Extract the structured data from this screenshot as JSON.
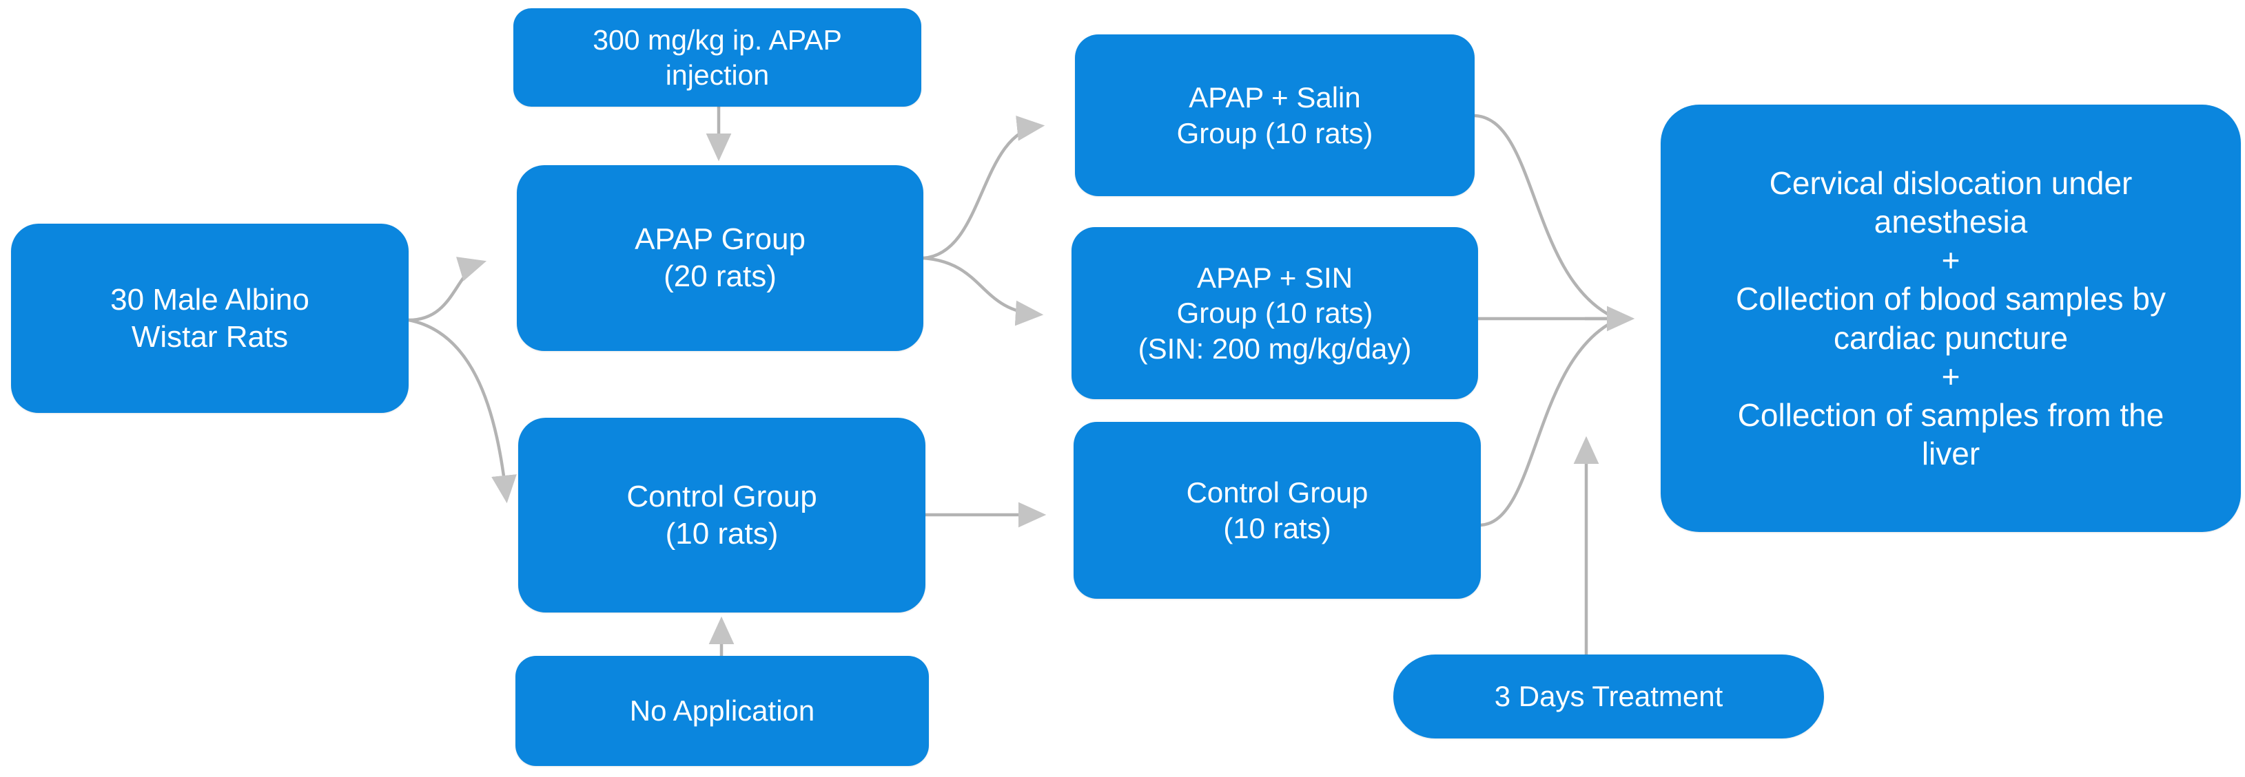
{
  "diagram": {
    "title": "Experimental design flowchart",
    "colors": {
      "node_fill": "#0b86de",
      "node_text": "#ffffff",
      "connector": "#b3b3b3",
      "arrowhead": "#c4c4c4",
      "background": "#ffffff"
    },
    "nodes": {
      "source": {
        "label": "30 Male Albino\nWistar Rats"
      },
      "apap_dose": {
        "label": "300 mg/kg ip. APAP\ninjection"
      },
      "apap_group": {
        "label": "APAP Group\n(20 rats)"
      },
      "control_group_1": {
        "label": "Control Group\n(10 rats)"
      },
      "no_application": {
        "label": "No Application"
      },
      "apap_salin": {
        "label": "APAP + Salin\nGroup (10 rats)"
      },
      "apap_sin": {
        "label": "APAP + SIN\nGroup (10 rats)\n(SIN: 200 mg/kg/day)"
      },
      "control_group_2": {
        "label": "Control Group\n(10 rats)"
      },
      "treatment": {
        "label": "3 Days Treatment"
      },
      "endpoint": {
        "label": "Cervical dislocation under\nanesthesia\n+\nCollection of blood samples by\ncardiac puncture\n+\nCollection of samples from the\nliver"
      }
    },
    "edges": [
      {
        "from": "source",
        "to": "apap_group",
        "style": "curved-arrow"
      },
      {
        "from": "source",
        "to": "control_group_1",
        "style": "curved-arrow"
      },
      {
        "from": "apap_dose",
        "to": "apap_group",
        "style": "straight-arrow-down"
      },
      {
        "from": "no_application",
        "to": "control_group_1",
        "style": "straight-arrow-up"
      },
      {
        "from": "apap_group",
        "to": "apap_salin",
        "style": "curved-arrow"
      },
      {
        "from": "apap_group",
        "to": "apap_sin",
        "style": "curved-arrow"
      },
      {
        "from": "control_group_1",
        "to": "control_group_2",
        "style": "straight-arrow-right"
      },
      {
        "from": "apap_salin",
        "to": "endpoint",
        "style": "curved-arrow"
      },
      {
        "from": "apap_sin",
        "to": "endpoint",
        "style": "straight-arrow-right"
      },
      {
        "from": "control_group_2",
        "to": "endpoint",
        "style": "curved-arrow"
      },
      {
        "from": "treatment",
        "to": "apap_sin",
        "style": "straight-arrow-up"
      }
    ]
  }
}
